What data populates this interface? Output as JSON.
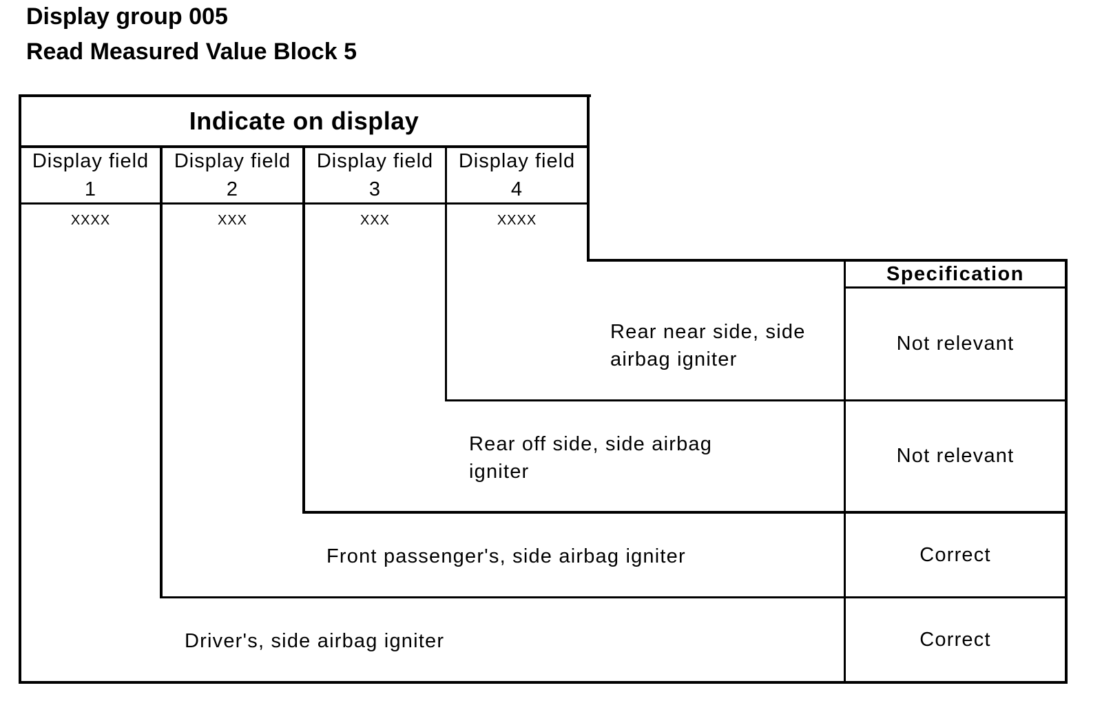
{
  "header": {
    "line1": "Display group 005",
    "line2": "Read Measured Value Block 5"
  },
  "table": {
    "main_heading": "Indicate on display",
    "fields": [
      {
        "label_line1": "Display field",
        "label_line2": "1",
        "value": "XXXX"
      },
      {
        "label_line1": "Display field",
        "label_line2": "2",
        "value": "XXX"
      },
      {
        "label_line1": "Display field",
        "label_line2": "3",
        "value": "XXX"
      },
      {
        "label_line1": "Display field",
        "label_line2": "4",
        "value": "XXXX"
      }
    ],
    "specification_heading": "Specification",
    "rows": [
      {
        "desc_line1": "Rear near side, side",
        "desc_line2": "airbag igniter",
        "spec": "Not relevant"
      },
      {
        "desc_line1": "Rear off side, side airbag",
        "desc_line2": "igniter",
        "spec": "Not relevant"
      },
      {
        "desc_line1": "Front passenger's, side airbag igniter",
        "spec": "Correct"
      },
      {
        "desc_line1": "Driver's, side airbag igniter",
        "spec": "Correct"
      }
    ]
  }
}
